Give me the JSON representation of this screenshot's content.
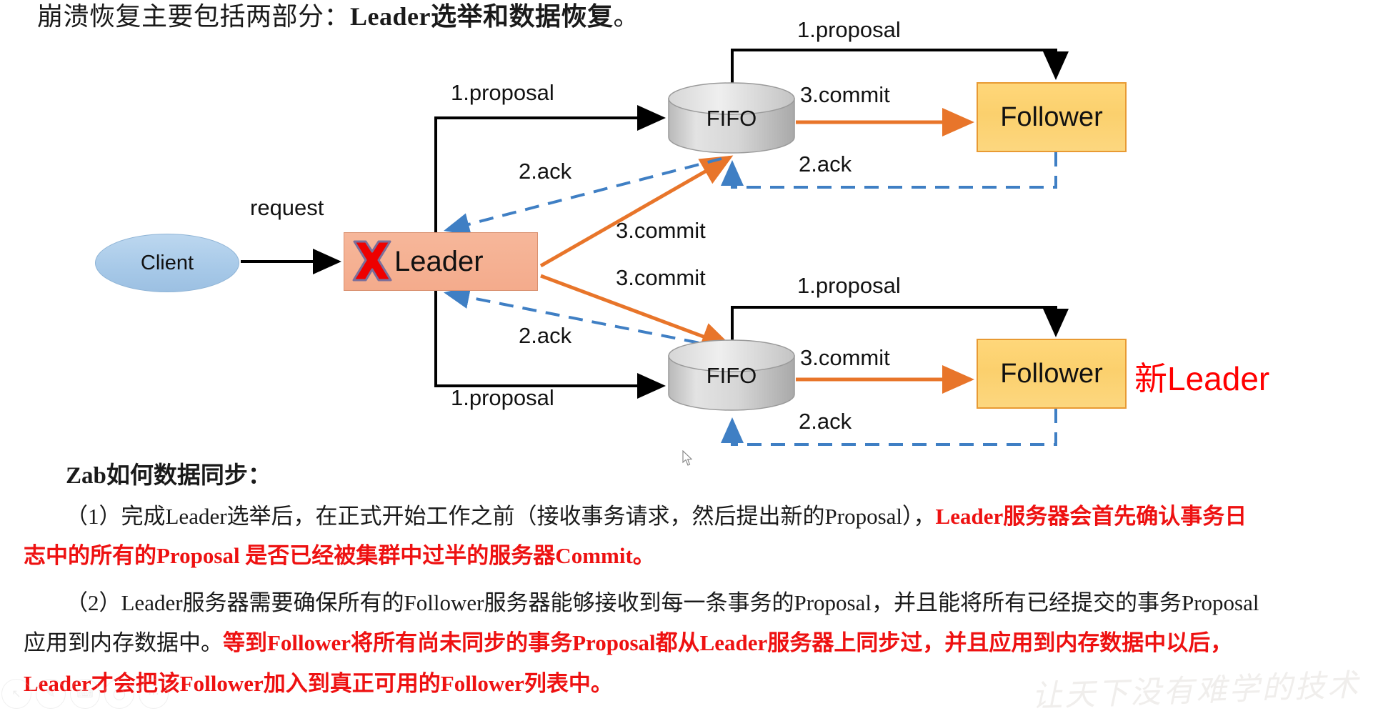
{
  "headline": {
    "prefix": "崩溃恢复主要包括两部分：",
    "bold": "Leader选举和数据恢复",
    "suffix": "。"
  },
  "diagram": {
    "client_label": "Client",
    "leader_label": "Leader",
    "leader_status_icon": "red-x-icon",
    "fifo_top_label": "FIFO",
    "fifo_bottom_label": "FIFO",
    "follower_top_label": "Follower",
    "follower_bottom_label": "Follower",
    "new_leader_annotation": "新Leader",
    "labels": {
      "request": "request",
      "proposal_leader_top": "1.proposal",
      "proposal_fifo_top": "1.proposal",
      "commit_fifo_top": "3.commit",
      "ack_follower_top": "2.ack",
      "ack_leader_top": "2.ack",
      "commit_leader_top": "3.commit",
      "commit_leader_bottom": "3.commit",
      "ack_leader_bottom": "2.ack",
      "proposal_leader_bottom": "1.proposal",
      "proposal_fifo_bottom": "1.proposal",
      "commit_fifo_bottom": "3.commit",
      "ack_follower_bottom": "2.ack"
    },
    "colors": {
      "client_fill": "#a7c9e8",
      "leader_fill": "#f4ab8c",
      "follower_fill": "#fbd06d",
      "follower_border": "#e89a33",
      "fifo_fill": "#d0d0d0",
      "proposal_arrow": "#000000",
      "commit_arrow": "#e8752a",
      "ack_arrow": "#3f7fc4",
      "new_leader_text": "#ff0000"
    }
  },
  "body": {
    "section_title": "Zab如何数据同步：",
    "p1_black": "（1）完成Leader选举后，在正式开始工作之前（接收事务请求，然后提出新的Proposal），",
    "p1_red_a": "Leader服务器会首先确认事务日",
    "p1_red_b": "志中的所有的Proposal 是否已经被集群中过半的服务器Commit。",
    "p2_black_a": "（2）Leader服务器需要确保所有的Follower服务器能够接收到每一条事务的Proposal，并且能将所有已经提交的事务Proposal",
    "p2_black_b": "应用到内存数据中。",
    "p2_red_a": "等到Follower将所有尚未同步的事务Proposal都从Leader服务器上同步过，并且应用到内存数据中以后，",
    "p2_red_b": "Leader才会把该Follower加入到真正可用的Follower列表中。"
  },
  "watermark": "让天下没有难学的技术",
  "mini_toolbar": [
    {
      "icon": "pointer-icon",
      "glyph": "↖"
    },
    {
      "icon": "pen-icon",
      "glyph": "✎"
    },
    {
      "icon": "keyboard-icon",
      "glyph": "⌨"
    },
    {
      "icon": "record-icon",
      "glyph": "◯"
    },
    {
      "icon": "more-icon",
      "glyph": "⋯"
    }
  ]
}
